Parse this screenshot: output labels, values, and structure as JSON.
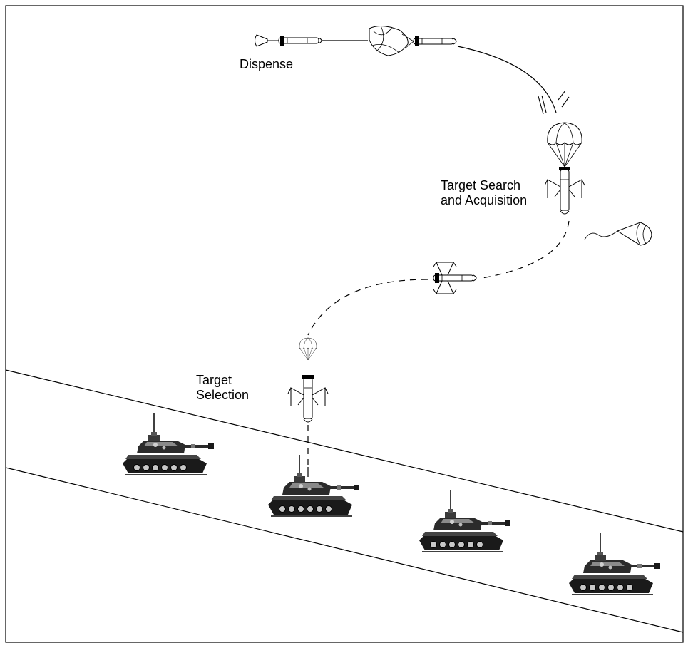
{
  "labels": {
    "dispense": "Dispense",
    "target_search": "Target Search\nand Acquisition",
    "target_selection": "Target\nSelection"
  },
  "colors": {
    "line": "#000000",
    "background": "#ffffff",
    "tank_dark": "#1a1a1a",
    "tank_mid": "#6b6b6b",
    "tank_light": "#bdbdbd"
  },
  "icons": [
    "submunition-icon",
    "parachute-icon",
    "tank-icon",
    "ejected-parachute-icon",
    "debris-icon"
  ]
}
